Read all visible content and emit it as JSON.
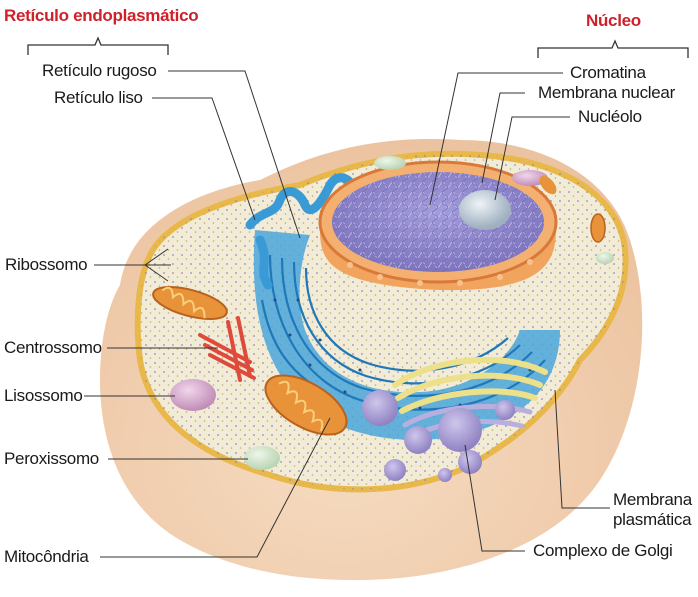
{
  "headers": {
    "reticulo": "Retículo endoplasmático",
    "nucleo": "Núcleo"
  },
  "labels": {
    "reticulo_rugoso": "Retículo rugoso",
    "reticulo_liso": "Retículo liso",
    "cromatina": "Cromatina",
    "membrana_nuclear": "Membrana nuclear",
    "nucleolo": "Nucléolo",
    "ribossomo": "Ribossomo",
    "centrossomo": "Centrossomo",
    "lisossomo": "Lisossomo",
    "peroxissomo": "Peroxissomo",
    "membrana_plasmatica_1": "Membrana",
    "membrana_plasmatica_2": "plasmática",
    "mitocondria": "Mitocôndria",
    "complexo_golgi": "Complexo de Golgi"
  },
  "colors": {
    "header": "#d0202a",
    "cell_outer": "#f3d3b4",
    "cell_border": "#e9b84a",
    "cytoplasm": "#f2ecd6",
    "er": "#3a9ad6",
    "nucleus_fill": "#8b83c8",
    "nucleus_rim": "#f0a25a",
    "golgi": "#a89ad0",
    "mito": "#e8923a",
    "centro": "#e04a3a",
    "lyso": "#d7aed0",
    "perox": "#cfe3c9"
  }
}
